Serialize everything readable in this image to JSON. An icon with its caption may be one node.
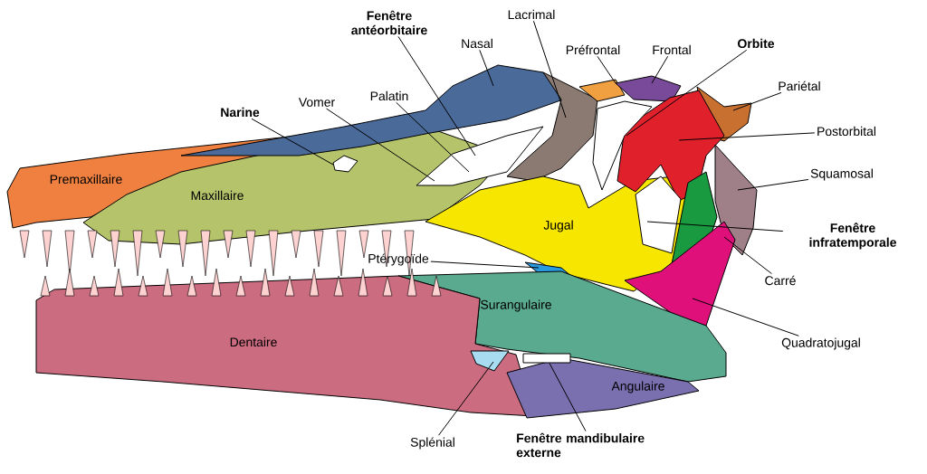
{
  "diagram": {
    "nodes": [
      {
        "text": [
          "Narine"
        ]
      },
      {
        "text": [
          "Vomer"
        ]
      },
      {
        "text": [
          "Palatin"
        ]
      },
      {
        "text": [
          "Fenêtre antéorbitaire"
        ]
      },
      {
        "text": [
          "Nasal"
        ]
      },
      {
        "text": [
          "Lacrimal"
        ]
      },
      {
        "text": [
          "Préfrontal"
        ]
      },
      {
        "text": [
          "Frontal"
        ]
      },
      {
        "text": [
          "Orbite"
        ]
      },
      {
        "text": [
          "Pariétal"
        ]
      },
      {
        "text": [
          "Postorbital"
        ]
      },
      {
        "text": [
          "Squamosal"
        ]
      },
      {
        "text": [
          "Fenêtre infratemporale"
        ]
      },
      {
        "text": [
          "Carré"
        ]
      },
      {
        "text": [
          "Quadratojugal"
        ]
      },
      {
        "text": [
          "Ptérygoïde"
        ]
      },
      {
        "text": [
          "Splénial"
        ]
      },
      {
        "text": [
          "Fenêtre mandibulaire externe"
        ]
      },
      {
        "text": [],
        "shape": "box"
      }
    ],
    "edges": [
      {
        "from": 0,
        "to": null,
        "arrow": "none"
      },
      {
        "from": 1,
        "to": null,
        "arrow": "none"
      },
      {
        "from": 2,
        "to": null,
        "arrow": "none"
      },
      {
        "from": 3,
        "to": null,
        "arrow": "none"
      },
      {
        "from": 4,
        "to": null,
        "arrow": "none"
      },
      {
        "from": 5,
        "to": null,
        "arrow": "none"
      },
      {
        "from": 6,
        "to": null,
        "arrow": "none"
      },
      {
        "from": 7,
        "to": null,
        "arrow": "none"
      },
      {
        "from": 8,
        "to": null,
        "arrow": "none"
      },
      {
        "from": 9,
        "to": null,
        "arrow": "none"
      },
      {
        "from": 10,
        "to": null,
        "arrow": "none"
      },
      {
        "from": 11,
        "to": null,
        "arrow": "none"
      },
      {
        "from": 12,
        "to": null,
        "arrow": "none"
      },
      {
        "from": 13,
        "to": null,
        "arrow": "none"
      },
      {
        "from": 14,
        "to": null,
        "arrow": "none"
      },
      {
        "from": 15,
        "to": null,
        "arrow": "none"
      },
      {
        "from": 16,
        "to": null,
        "arrow": "none"
      },
      {
        "from": 17,
        "to": 18,
        "arrow": "none"
      }
    ],
    "labels": [
      "Premaxillaire",
      "Maxillaire",
      "Jugal",
      "Surangulaire",
      "Dentaire",
      "Angulaire"
    ]
  }
}
